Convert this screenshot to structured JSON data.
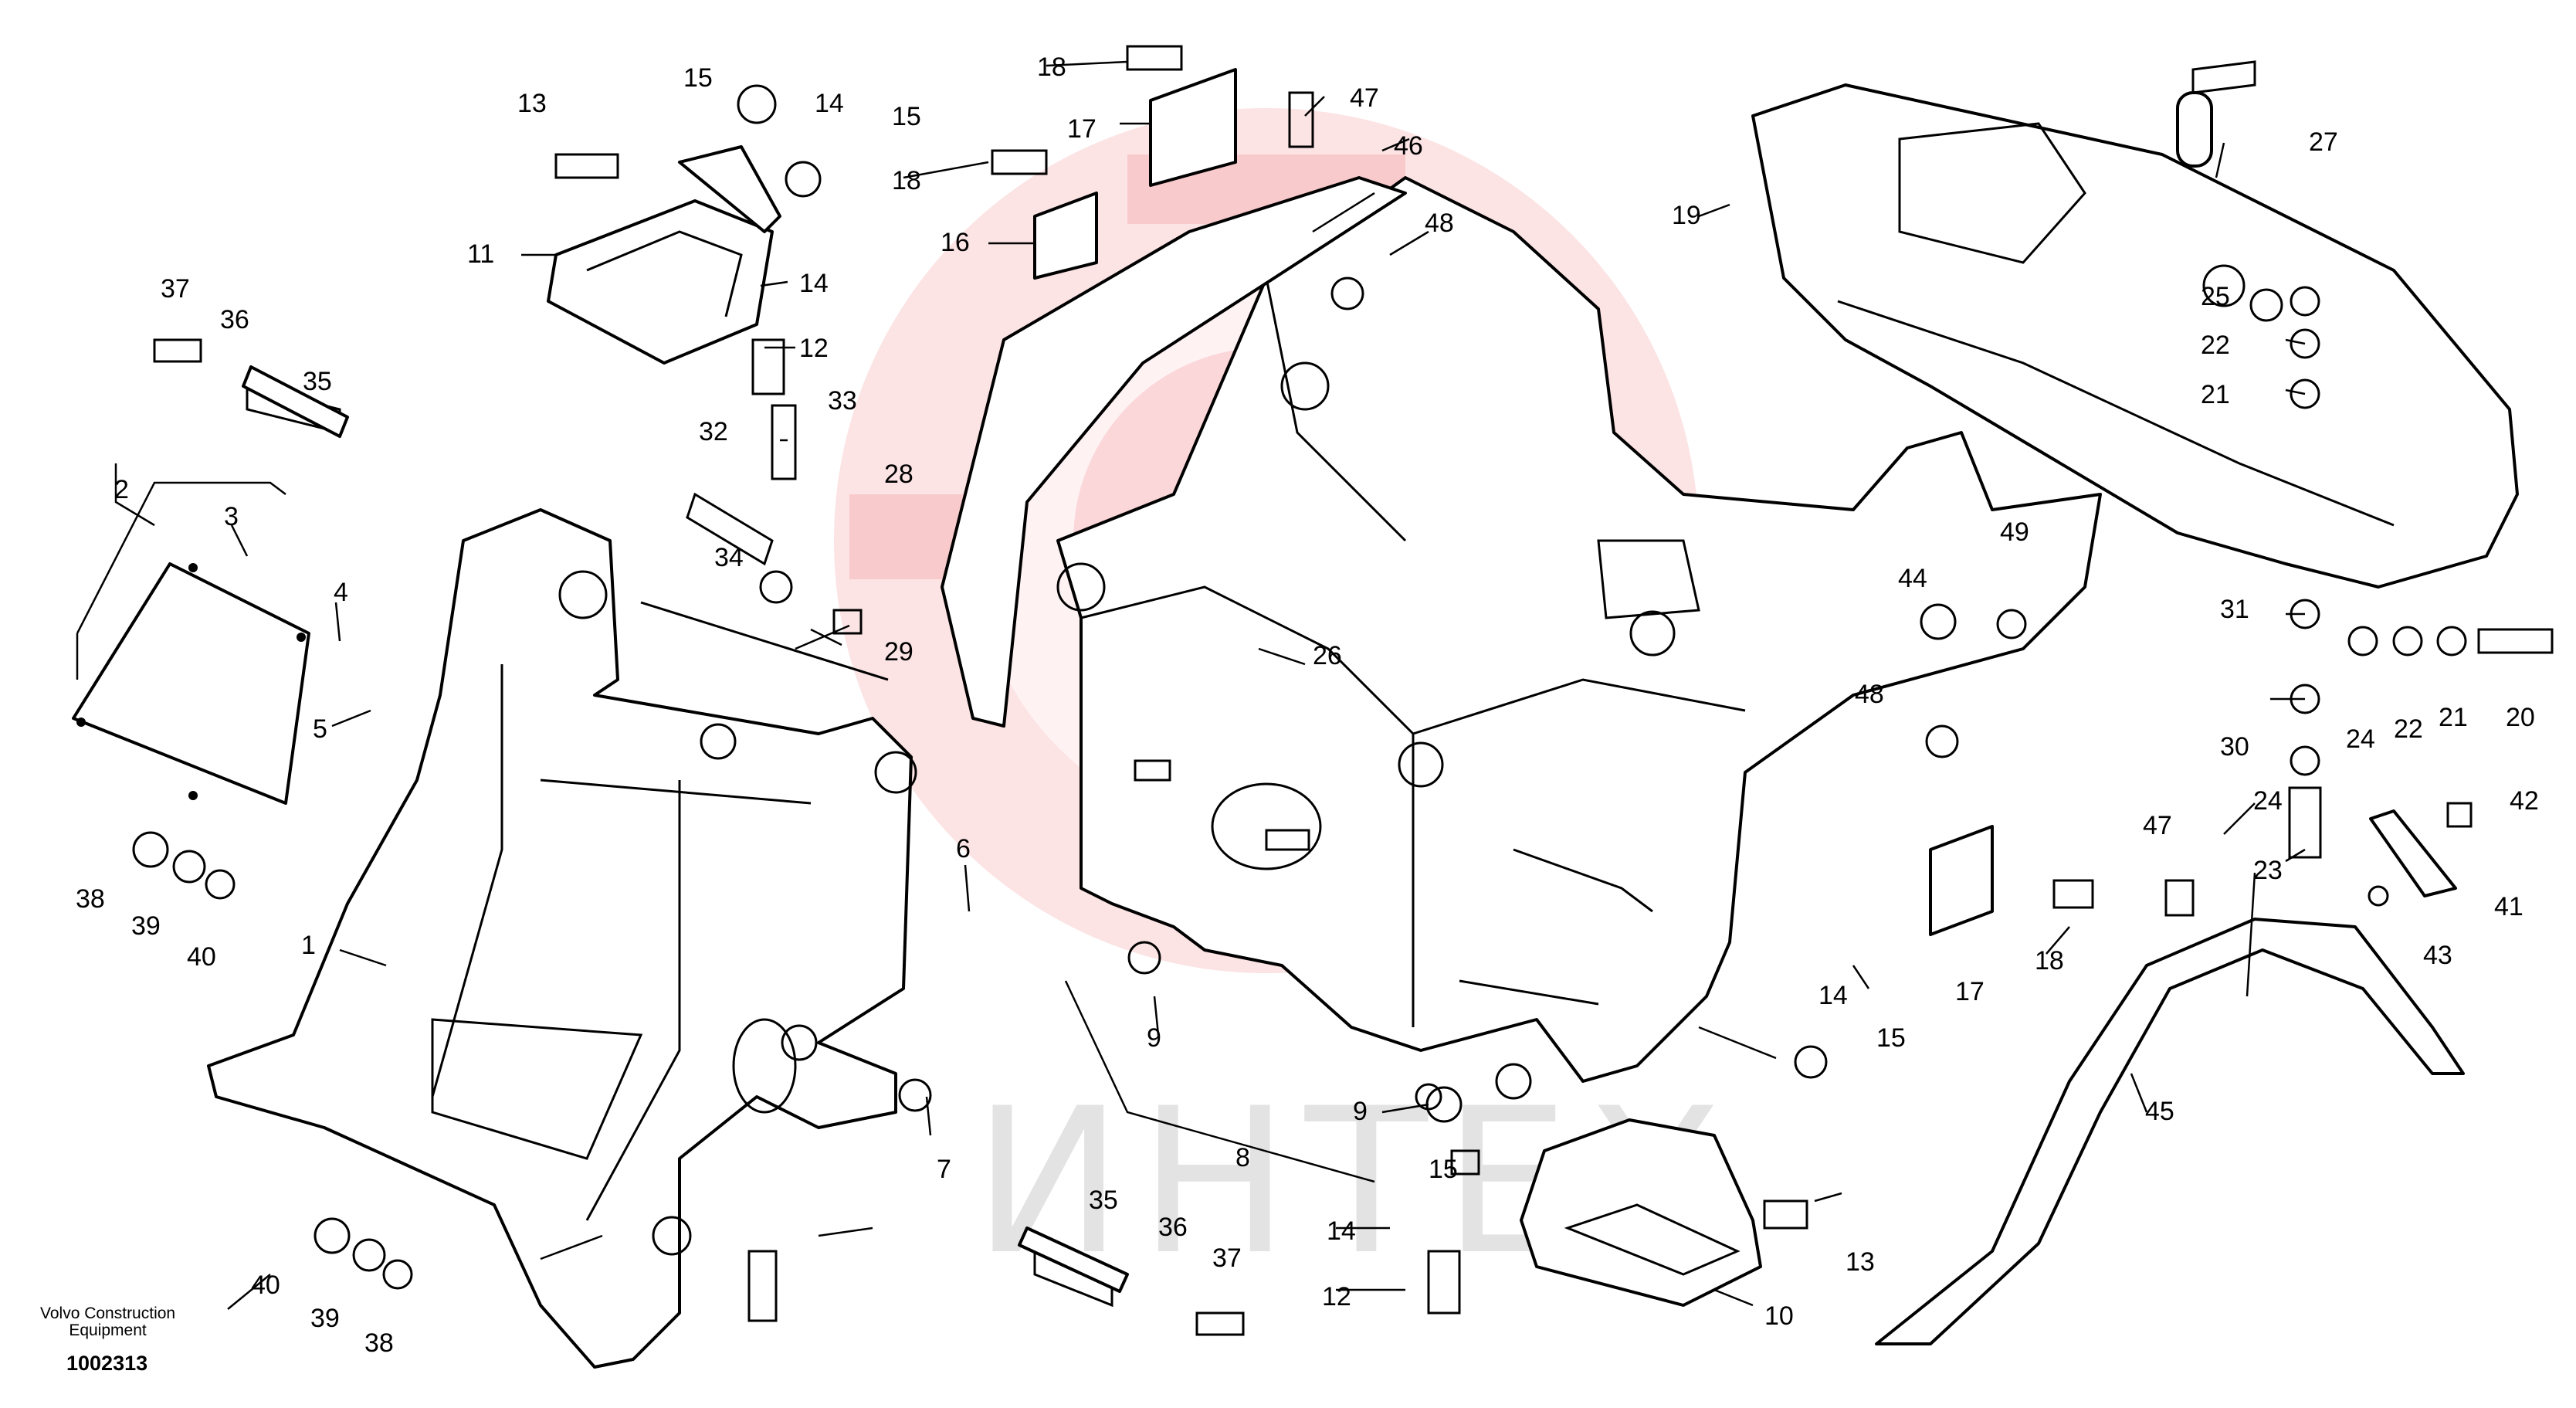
{
  "drawing": {
    "brand_line1": "Volvo Construction",
    "brand_line2": "Equipment",
    "document_number": "1002313",
    "watermark_text": "ИНТЕХ",
    "watermark_color": "#e8292b"
  },
  "callouts": [
    {
      "n": "1"
    },
    {
      "n": "2"
    },
    {
      "n": "3"
    },
    {
      "n": "4"
    },
    {
      "n": "5"
    },
    {
      "n": "6"
    },
    {
      "n": "7"
    },
    {
      "n": "8"
    },
    {
      "n": "9"
    },
    {
      "n": "9"
    },
    {
      "n": "10"
    },
    {
      "n": "11"
    },
    {
      "n": "12"
    },
    {
      "n": "12"
    },
    {
      "n": "13"
    },
    {
      "n": "13"
    },
    {
      "n": "14"
    },
    {
      "n": "14"
    },
    {
      "n": "14"
    },
    {
      "n": "14"
    },
    {
      "n": "15"
    },
    {
      "n": "15"
    },
    {
      "n": "15"
    },
    {
      "n": "15"
    },
    {
      "n": "16"
    },
    {
      "n": "17"
    },
    {
      "n": "17"
    },
    {
      "n": "18"
    },
    {
      "n": "18"
    },
    {
      "n": "18"
    },
    {
      "n": "19"
    },
    {
      "n": "20"
    },
    {
      "n": "21"
    },
    {
      "n": "21"
    },
    {
      "n": "22"
    },
    {
      "n": "22"
    },
    {
      "n": "23"
    },
    {
      "n": "24"
    },
    {
      "n": "24"
    },
    {
      "n": "25"
    },
    {
      "n": "26"
    },
    {
      "n": "27"
    },
    {
      "n": "28"
    },
    {
      "n": "29"
    },
    {
      "n": "30"
    },
    {
      "n": "31"
    },
    {
      "n": "32"
    },
    {
      "n": "33"
    },
    {
      "n": "34"
    },
    {
      "n": "35"
    },
    {
      "n": "35"
    },
    {
      "n": "36"
    },
    {
      "n": "36"
    },
    {
      "n": "37"
    },
    {
      "n": "37"
    },
    {
      "n": "38"
    },
    {
      "n": "38"
    },
    {
      "n": "39"
    },
    {
      "n": "39"
    },
    {
      "n": "40"
    },
    {
      "n": "40"
    },
    {
      "n": "41"
    },
    {
      "n": "42"
    },
    {
      "n": "43"
    },
    {
      "n": "44"
    },
    {
      "n": "45"
    },
    {
      "n": "46"
    },
    {
      "n": "47"
    },
    {
      "n": "47"
    },
    {
      "n": "48"
    },
    {
      "n": "48"
    },
    {
      "n": "49"
    }
  ]
}
